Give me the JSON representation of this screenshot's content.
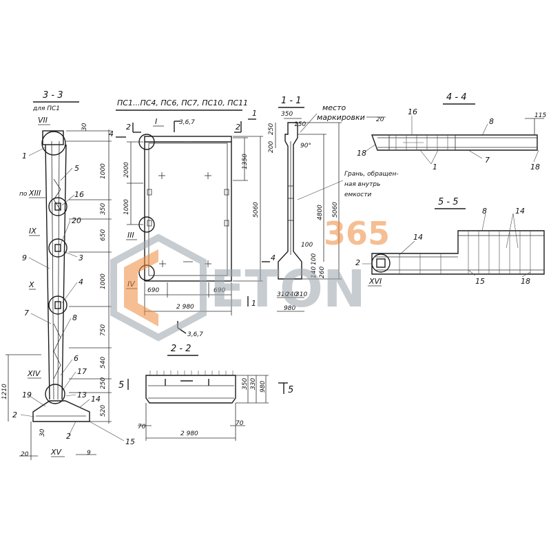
{
  "section_titles": {
    "s33": "3 - 3",
    "s33_sub": "для ПС1",
    "elev": "ПС1...ПС4, ПС6, ПС7, ПС10, ПС11",
    "s11": "1 - 1",
    "s44": "4 - 4",
    "s55": "5 - 5",
    "s22": "2 - 2"
  },
  "notes": {
    "mesto": "место",
    "markirovki": "маркировки",
    "gran1": "Грань, обращен-",
    "gran2": "ная внутрь",
    "gran3": "емкости"
  },
  "roman": {
    "VII": "VII",
    "XIII": "XIII",
    "po": "по",
    "IX": "IX",
    "X": "X",
    "XIV": "XIV",
    "XV": "XV",
    "I": "I",
    "III": "III",
    "IV": "IV",
    "XVI": "XVI"
  },
  "s33": {
    "dims_right": [
      "30",
      "1000",
      "350",
      "650",
      "1000",
      "750",
      "540",
      "250",
      "520"
    ],
    "dims_left": [
      "1210"
    ],
    "dims_bottom": [
      "20",
      "30",
      "9"
    ],
    "callouts": [
      "1",
      "5",
      "16",
      "20",
      "3",
      "9",
      "4",
      "7",
      "8",
      "6",
      "17",
      "13",
      "19",
      "14",
      "2",
      "2",
      "15"
    ]
  },
  "elev": {
    "dims_left": [
      "2000",
      "1000"
    ],
    "dims_right": [
      "1350",
      "5060"
    ],
    "dims_bottom": [
      "690",
      "690",
      "2 980"
    ],
    "cut_marks": [
      "2",
      "3,6,7",
      "2",
      "1",
      "4",
      "4",
      "1",
      "3,6,7"
    ]
  },
  "s11": {
    "dims_top": [
      "350",
      "150"
    ],
    "dims_left": [
      "200",
      "250"
    ],
    "dims_right": [
      "4800",
      "5060"
    ],
    "angle": "90°",
    "dims_low": [
      "100",
      "100",
      "140",
      "260"
    ],
    "dims_bottom": [
      "310",
      "240",
      "310",
      "980"
    ]
  },
  "s44": {
    "dims": [
      "20",
      "115"
    ],
    "callouts": [
      "16",
      "8",
      "18",
      "1",
      "7",
      "18"
    ]
  },
  "s55": {
    "callouts": [
      "8",
      "14",
      "14",
      "2",
      "15",
      "18"
    ]
  },
  "s22": {
    "dims_right": [
      "350",
      "330",
      "980"
    ],
    "dims_bottom": [
      "70",
      "70",
      "2 980"
    ],
    "cut": [
      "5",
      "5"
    ]
  },
  "watermark": {
    "num": "365",
    "word": "ETON"
  },
  "colors": {
    "ink": "#1a1a1a",
    "watermark": "#f08a3c"
  }
}
